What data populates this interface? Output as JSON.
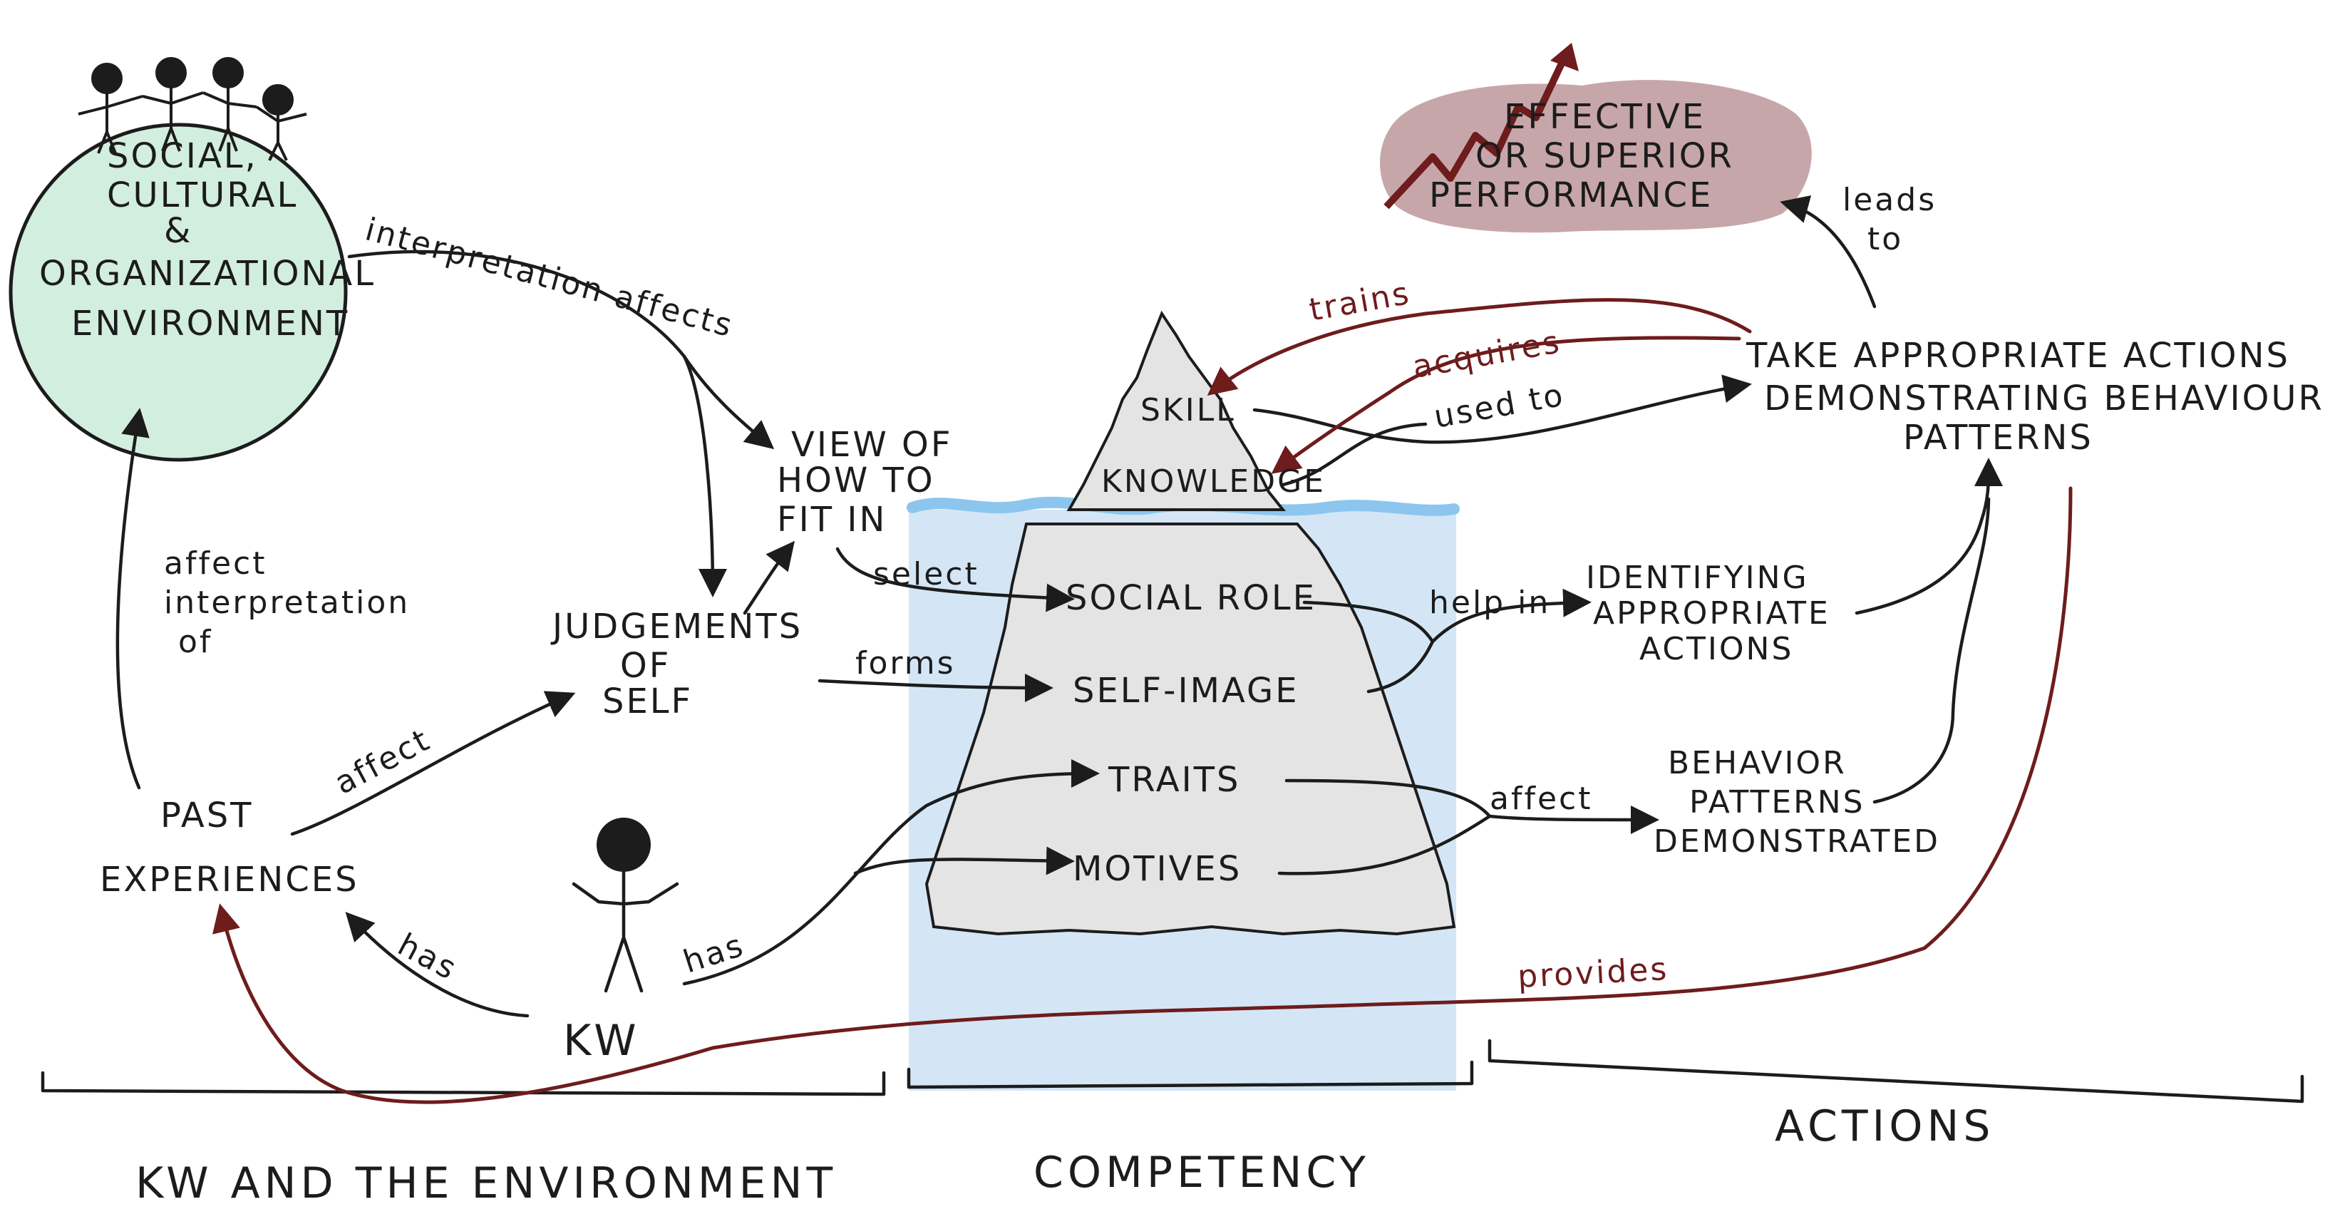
{
  "groups": {
    "environment": "KW AND THE ENVIRONMENT",
    "competency": "COMPETENCY",
    "actions": "ACTIONS"
  },
  "nodes": {
    "environment_circle": [
      "SOCIAL,",
      "CULTURAL",
      "&",
      "ORGANIZATIONAL",
      "ENVIRONMENT"
    ],
    "view_of_fit": [
      "VIEW OF",
      "HOW TO",
      "FIT IN"
    ],
    "judgements": [
      "JUDGEMENTS",
      "OF",
      "SELF"
    ],
    "past_experiences": [
      "PAST",
      "EXPERIENCES"
    ],
    "kw": "KW",
    "skill": "SKILL",
    "knowledge": "KNOWLEDGE",
    "social_role": "SOCIAL ROLE",
    "self_image": "SELF-IMAGE",
    "traits": "TRAITS",
    "motives": "MOTIVES",
    "identifying": [
      "IDENTIFYING",
      "APPROPRIATE",
      "ACTIONS"
    ],
    "behavior_patterns": [
      "BEHAVIOR",
      "PATTERNS",
      "DEMONSTRATED"
    ],
    "take_actions": [
      "TAKE APPROPRIATE ACTIONS",
      "DEMONSTRATING BEHAVIOUR",
      "PATTERNS"
    ],
    "performance": [
      "EFFECTIVE",
      "OR SUPERIOR",
      "PERFORMANCE"
    ]
  },
  "edges": {
    "interpretation_affects": "interpretation affects",
    "affect_interpretation": [
      "affect",
      "interpretation",
      "of"
    ],
    "affect_judgements": "affect",
    "select": "select",
    "forms": "forms",
    "has_past": "has",
    "has_traits": "has",
    "used_to": "used to",
    "help_in": "help in",
    "affect_behavior": "affect",
    "leads_to": [
      "leads",
      "to"
    ],
    "trains": "trains",
    "acquires": "acquires",
    "provides": "provides"
  },
  "colors": {
    "ink": "#1c1c1c",
    "red_ink": "#6e1c1c",
    "environment_fill": "#d2eedf",
    "water_fill": "#d4e6f6",
    "water_line": "#8cc6ee",
    "iceberg_fill": "#e4e4e4",
    "performance_fill": "#c7a6aa"
  }
}
